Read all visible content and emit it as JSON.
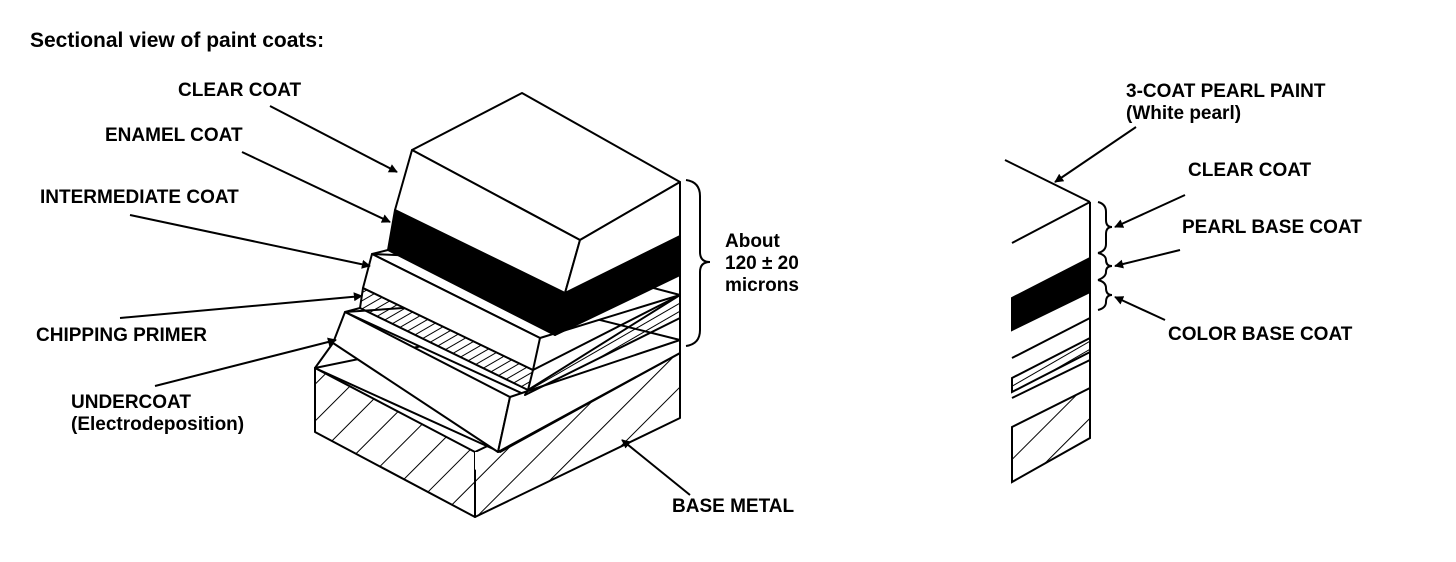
{
  "title": "Sectional view of paint coats:",
  "left_diagram": {
    "labels": {
      "clear_coat": "CLEAR COAT",
      "enamel_coat": "ENAMEL COAT",
      "intermediate_coat": "INTERMEDIATE COAT",
      "chipping_primer": "CHIPPING PRIMER",
      "undercoat": "UNDERCOAT",
      "undercoat_sub": "(Electrodeposition)",
      "base_metal": "BASE METAL"
    },
    "thickness": {
      "line1": "About",
      "line2": "120 ± 20",
      "line3": "microns"
    }
  },
  "right_diagram": {
    "labels": {
      "pearl_paint": "3-COAT PEARL PAINT",
      "pearl_paint_sub": "(White pearl)",
      "clear_coat": "CLEAR COAT",
      "pearl_base_coat": "PEARL BASE COAT",
      "color_base_coat": "COLOR BASE COAT"
    }
  }
}
